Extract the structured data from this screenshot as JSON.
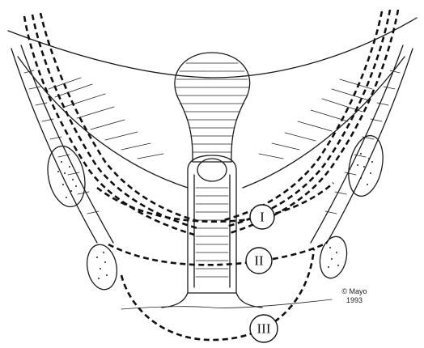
{
  "figure": {
    "levels": [
      {
        "id": "level-1",
        "label": "I"
      },
      {
        "id": "level-2",
        "label": "II"
      },
      {
        "id": "level-3",
        "label": "III"
      }
    ],
    "copyright": {
      "line1": "© Mayo",
      "line2": "1993"
    }
  }
}
